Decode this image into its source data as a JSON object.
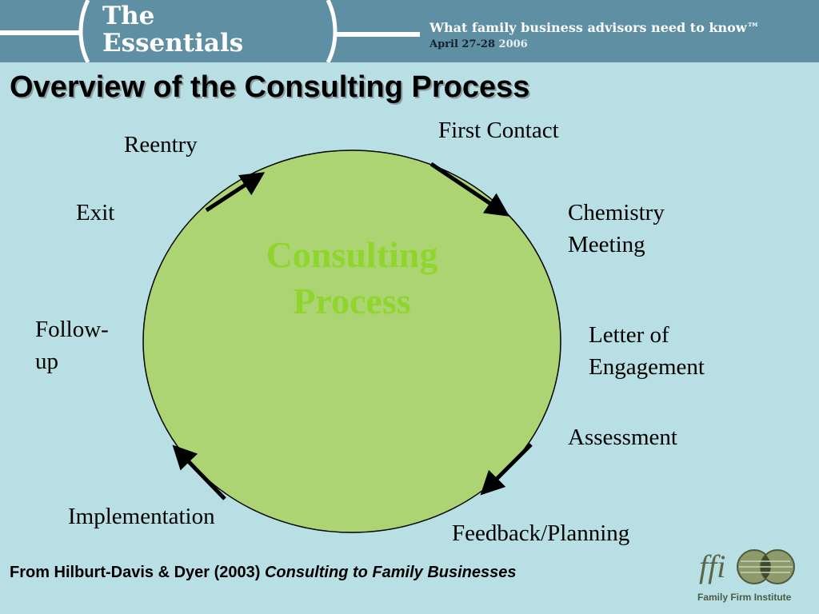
{
  "header": {
    "brand_line1": "The",
    "brand_line2": "Essentials",
    "tagline": "What family business advisors need to know™",
    "date": "April 27-28",
    "year": "2006"
  },
  "title": "Overview of the Consulting Process",
  "diagram": {
    "center_line1": "Consulting",
    "center_line2": "Process",
    "stages": {
      "first_contact": "First Contact",
      "chemistry_line1": "Chemistry",
      "chemistry_line2": "Meeting",
      "letter_line1": "Letter of",
      "letter_line2": "Engagement",
      "assessment": "Assessment",
      "feedback": "Feedback/Planning",
      "implementation": "Implementation",
      "followup_line1": "Follow-",
      "followup_line2": "up",
      "exit": "Exit",
      "reentry": "Reentry"
    },
    "colors": {
      "circle_fill": "#acd472",
      "center_text": "#8fd62c"
    }
  },
  "citation": {
    "prefix": "From Hilburt-Davis & Dyer (2003) ",
    "book": "Consulting to Family Businesses"
  },
  "logo": {
    "mark": "ffi",
    "caption": "Family Firm Institute"
  },
  "colors": {
    "background": "#b8dfe4",
    "header": "#5e8fa3"
  }
}
